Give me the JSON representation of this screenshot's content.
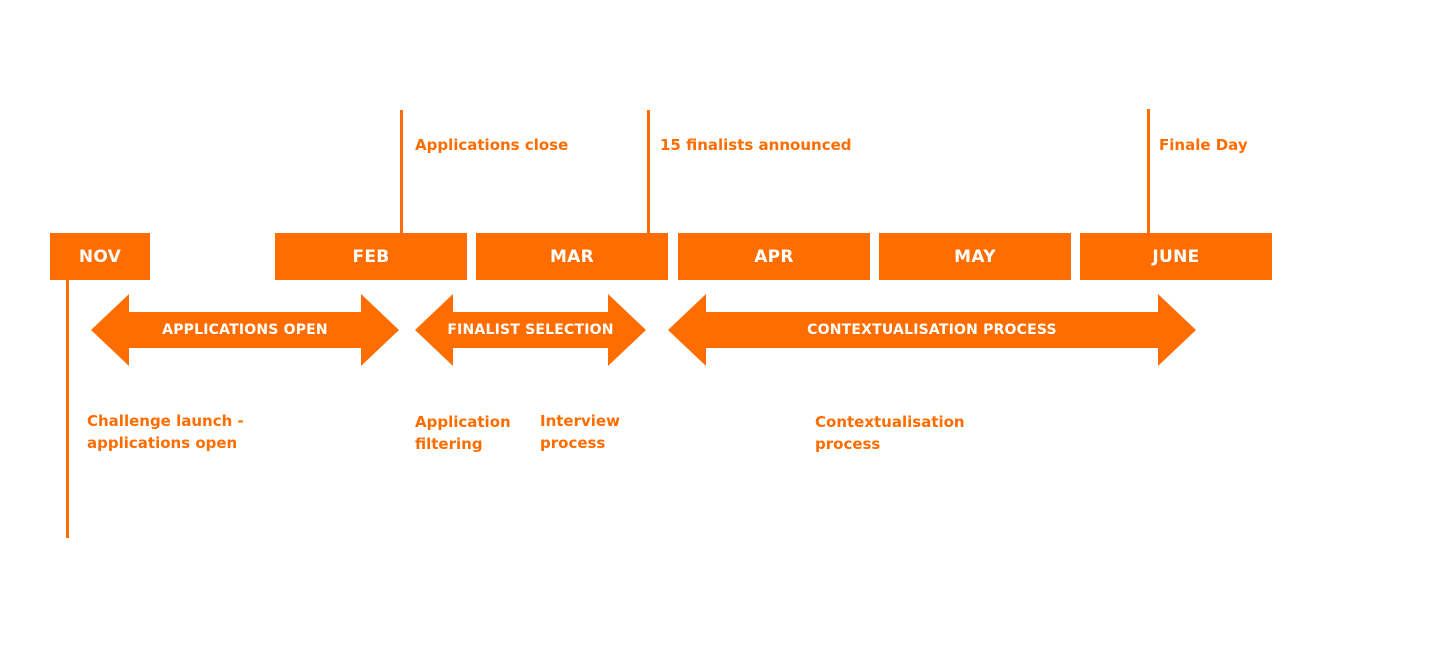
{
  "colors": {
    "accent": "#ff6d00",
    "text_on_accent": "#ffffff",
    "background": "#ffffff"
  },
  "months": {
    "nov": "NOV",
    "feb": "FEB",
    "mar": "MAR",
    "apr": "APR",
    "may": "MAY",
    "june": "JUNE"
  },
  "milestones": {
    "applications_close": "Applications close",
    "finalists_announced": "15 finalists announced",
    "finale_day": "Finale Day",
    "challenge_launch_line1": "Challenge launch -",
    "challenge_launch_line2": "applications open"
  },
  "phases": {
    "applications_open": "APPLICATIONS OPEN",
    "finalist_selection": "FINALIST SELECTION",
    "contextualisation_process": "CONTEXTUALISATION PROCESS"
  },
  "activities": {
    "application_filtering_line1": "Application",
    "application_filtering_line2": "filtering",
    "interview_process_line1": "Interview",
    "interview_process_line2": "process",
    "contextualisation_line1": "Contextualisation",
    "contextualisation_line2": "process"
  }
}
